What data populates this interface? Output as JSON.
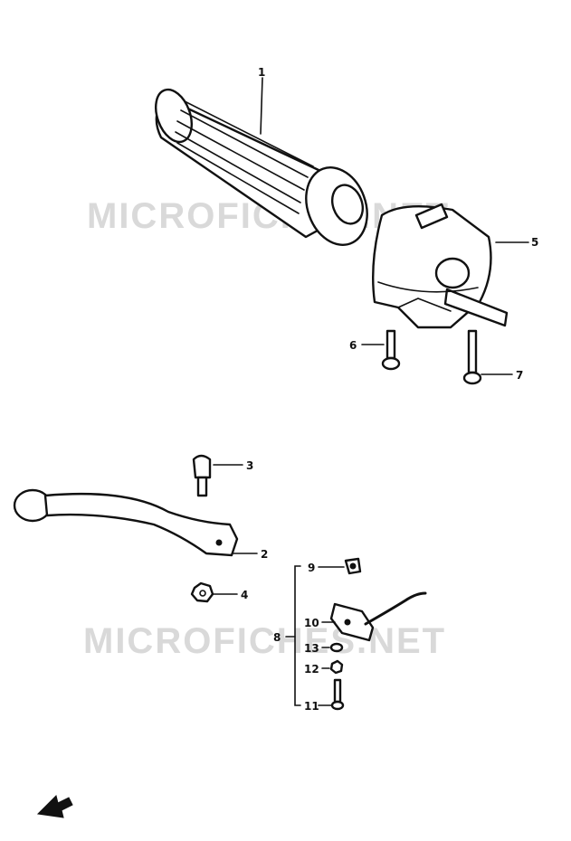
{
  "watermark": {
    "text_top": "MICROFICHES.NET",
    "text_bottom": "MICROFICHES.NET"
  },
  "callouts": {
    "c1": "1",
    "c2": "2",
    "c3": "3",
    "c4": "4",
    "c5": "5",
    "c6": "6",
    "c7": "7",
    "c8": "8",
    "c9": "9",
    "c10": "10",
    "c11": "11",
    "c12": "12",
    "c13": "13"
  },
  "icons": {
    "direction_arrow": "front-arrow-icon"
  }
}
